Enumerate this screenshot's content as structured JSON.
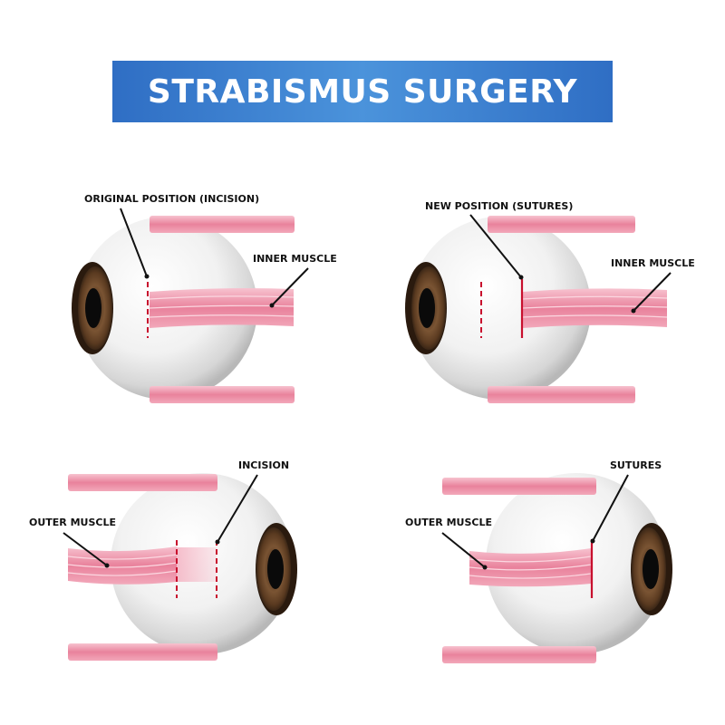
{
  "title": "STRABISMUS SURGERY",
  "panels": {
    "top_left": {
      "label_top": "ORIGINAL POSITION (INCISION)",
      "label_muscle": "INNER MUSCLE"
    },
    "top_right": {
      "label_top": "NEW POSITION (SUTURES)",
      "label_muscle": "INNER MUSCLE"
    },
    "bottom_left": {
      "label_top": "INCISION",
      "label_muscle": "OUTER MUSCLE"
    },
    "bottom_right": {
      "label_top": "SUTURES",
      "label_muscle": "OUTER MUSCLE"
    }
  },
  "colors": {
    "banner": "#3a7fd0",
    "muscle": "#ec8fa6",
    "incision": "#c8102e",
    "iris": "#6b4a2e"
  }
}
